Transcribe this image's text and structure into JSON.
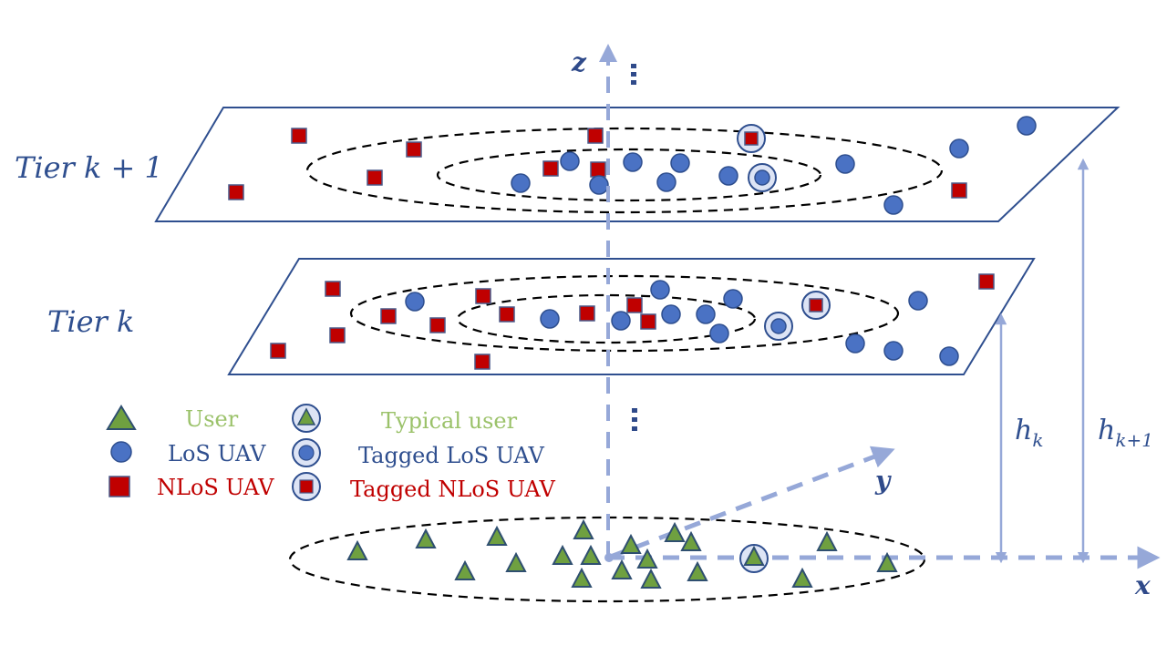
{
  "colors": {
    "plane_stroke": "#2f4f8f",
    "axis": "#96a8d8",
    "ring": "#000000",
    "los_fill": "#4a72c4",
    "los_stroke": "#2f4f8f",
    "nlos_fill": "#c00000",
    "nlos_stroke": "#4a5a8a",
    "user_fill": "#6fa040",
    "user_stroke": "#2f4f70",
    "tag_fill": "#dde4f5",
    "user_text": "#9bc26a",
    "los_text": "#2f4f8f",
    "nlos_text": "#c00000"
  },
  "labels": {
    "tier_upper": "Tier k + 1",
    "tier_lower": "Tier k",
    "axis_z": "z",
    "axis_y": "y",
    "axis_x": "x",
    "h_k": "h",
    "h_k_sub": "k",
    "h_k1": "h",
    "h_k1_sub": "k+1",
    "ellipsis": "⋮"
  },
  "legend": [
    {
      "symbol": "triangle",
      "label": "User",
      "color_key": "user_text"
    },
    {
      "symbol": "circle",
      "label": "LoS UAV",
      "color_key": "los_text"
    },
    {
      "symbol": "square",
      "label": "NLoS UAV",
      "color_key": "nlos_text"
    },
    {
      "symbol": "tagged-triangle",
      "label": "Typical user",
      "color_key": "user_text"
    },
    {
      "symbol": "tagged-circle",
      "label": "Tagged LoS UAV",
      "color_key": "los_text"
    },
    {
      "symbol": "tagged-square",
      "label": "Tagged NLoS UAV",
      "color_key": "nlos_text"
    }
  ],
  "tiers": [
    {
      "name": "tier-k-plus-1",
      "los": [
        [
          625,
          177
        ],
        [
          694,
          178
        ],
        [
          746,
          179
        ],
        [
          571,
          201
        ],
        [
          657,
          203
        ],
        [
          731,
          200
        ],
        [
          799,
          193
        ],
        [
          927,
          180
        ],
        [
          1052,
          163
        ],
        [
          1126,
          138
        ],
        [
          980,
          225
        ]
      ],
      "nlos": [
        [
          328,
          149
        ],
        [
          454,
          164
        ],
        [
          653,
          149
        ],
        [
          604,
          185
        ],
        [
          656,
          186
        ],
        [
          411,
          195
        ],
        [
          259,
          211
        ],
        [
          1052,
          209
        ]
      ],
      "tagged_los": [
        [
          836,
          195
        ]
      ],
      "tagged_nlos": [
        [
          824,
          152
        ]
      ]
    },
    {
      "name": "tier-k",
      "los": [
        [
          455,
          331
        ],
        [
          603,
          350
        ],
        [
          724,
          318
        ],
        [
          804,
          328
        ],
        [
          681,
          352
        ],
        [
          736,
          345
        ],
        [
          774,
          345
        ],
        [
          789,
          366
        ],
        [
          1007,
          330
        ],
        [
          938,
          377
        ],
        [
          980,
          385
        ],
        [
          1041,
          391
        ]
      ],
      "nlos": [
        [
          365,
          317
        ],
        [
          530,
          325
        ],
        [
          426,
          347
        ],
        [
          480,
          357
        ],
        [
          556,
          345
        ],
        [
          644,
          344
        ],
        [
          696,
          335
        ],
        [
          711,
          353
        ],
        [
          370,
          368
        ],
        [
          305,
          385
        ],
        [
          529,
          397
        ],
        [
          1082,
          309
        ]
      ],
      "tagged_los": [
        [
          854,
          358
        ]
      ],
      "tagged_nlos": [
        [
          895,
          335
        ]
      ]
    }
  ],
  "users": [
    [
      392,
      607
    ],
    [
      467,
      594
    ],
    [
      545,
      591
    ],
    [
      640,
      584
    ],
    [
      740,
      587
    ],
    [
      758,
      597
    ],
    [
      907,
      597
    ],
    [
      510,
      629
    ],
    [
      566,
      620
    ],
    [
      617,
      612
    ],
    [
      648,
      612
    ],
    [
      692,
      600
    ],
    [
      710,
      616
    ],
    [
      682,
      628
    ],
    [
      714,
      638
    ],
    [
      638,
      637
    ],
    [
      765,
      630
    ],
    [
      880,
      637
    ],
    [
      973,
      620
    ]
  ],
  "typical_user": [
    827,
    613
  ]
}
